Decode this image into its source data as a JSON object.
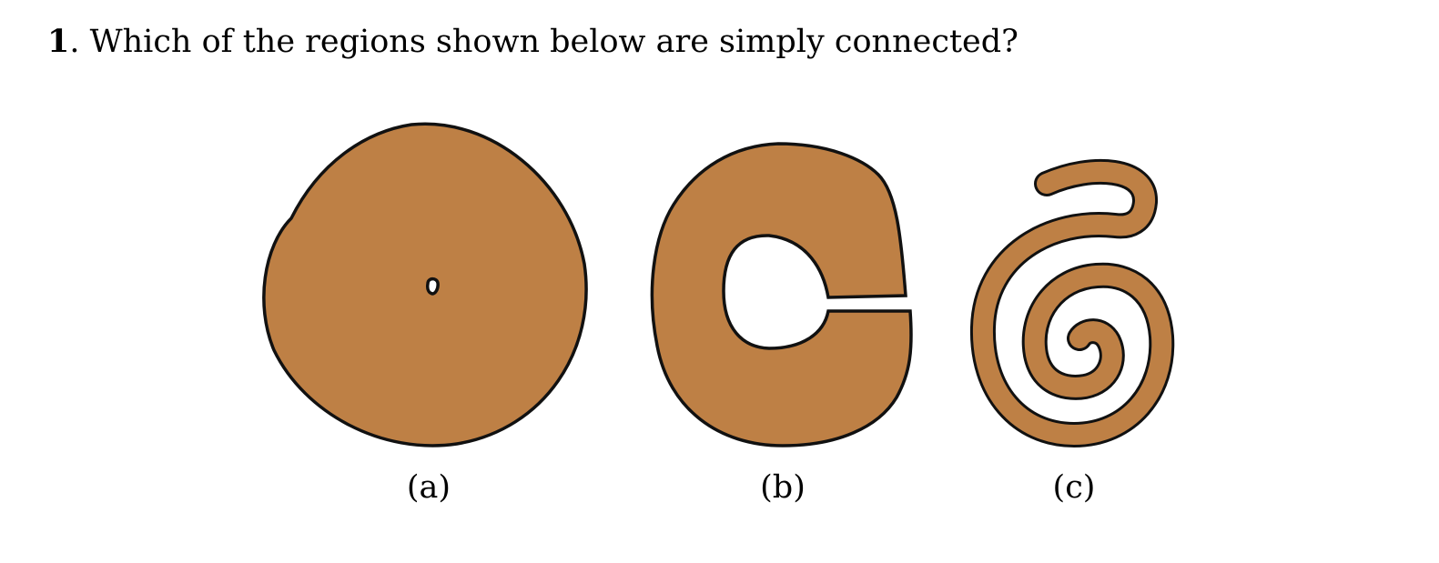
{
  "question": {
    "number": "1",
    "text": ". Which of the regions shown below are simply connected?"
  },
  "regions": [
    {
      "id": "a",
      "caption": "(a)",
      "description_shape": "disk with small hole"
    },
    {
      "id": "b",
      "caption": "(b)",
      "description_shape": "C-shaped annular region"
    },
    {
      "id": "c",
      "caption": "(c)",
      "description_shape": "spiral strip"
    }
  ],
  "colors": {
    "fill": "#BE8045",
    "outline": "#111111",
    "background": "#ffffff"
  }
}
